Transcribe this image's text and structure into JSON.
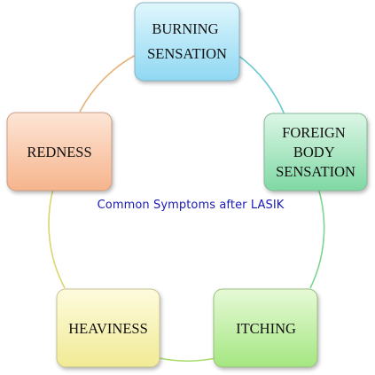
{
  "diagram": {
    "title": "Common Symptoms after LASIK",
    "nodes": [
      {
        "id": "burning",
        "lines": [
          "BURNING",
          "SENSATION"
        ],
        "color_top": "#dff6fd",
        "color_bottom": "#8fd8f2",
        "border": "#8ab3c4"
      },
      {
        "id": "foreign-body",
        "lines": [
          "FOREIGN",
          "BODY",
          "SENSATION"
        ],
        "color_top": "#dcf6e6",
        "color_bottom": "#7fd8a3",
        "border": "#86b797"
      },
      {
        "id": "itching",
        "lines": [
          "ITCHING"
        ],
        "color_top": "#e6f9d6",
        "color_bottom": "#a4e681",
        "border": "#99c07f"
      },
      {
        "id": "heaviness",
        "lines": [
          "HEAVINESS"
        ],
        "color_top": "#fdfbdd",
        "color_bottom": "#f1ea95",
        "border": "#c8c393"
      },
      {
        "id": "redness",
        "lines": [
          "REDNESS"
        ],
        "color_top": "#fde5d6",
        "color_bottom": "#f6b48c",
        "border": "#c89f87"
      }
    ],
    "ring_colors": [
      "#66c9cf",
      "#7cd58f",
      "#a8db6a",
      "#d8d66c",
      "#e7b27a"
    ]
  }
}
